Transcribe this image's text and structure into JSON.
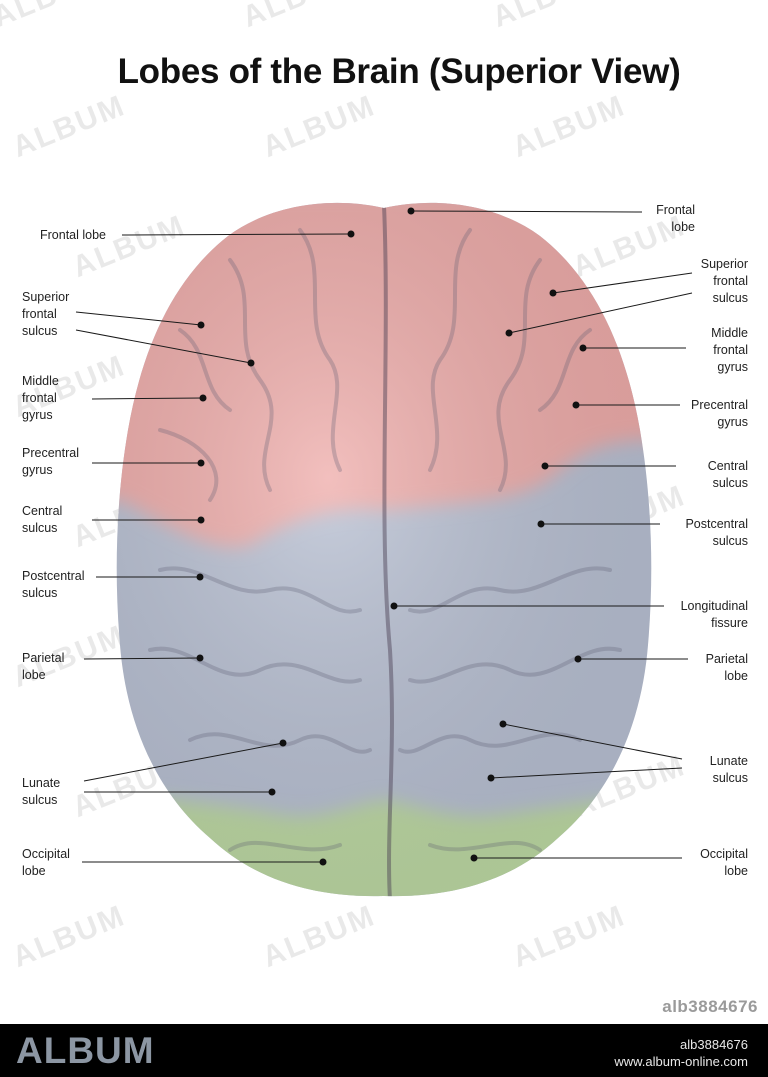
{
  "title": "Lobes of the Brain (Superior View)",
  "colors": {
    "frontal": "#eeaaa8",
    "parietal": "#b7bfd2",
    "occipital": "#bcd8a2",
    "footer": "#000000",
    "logo": "#8c96a3"
  },
  "labels_left": [
    {
      "id": "frontal-lobe",
      "text": "Frontal lobe"
    },
    {
      "id": "superior-frontal-sulcus",
      "text": "Superior\nfrontal\nsulcus"
    },
    {
      "id": "middle-frontal-gyrus",
      "text": "Middle\nfrontal\ngyrus"
    },
    {
      "id": "precentral-gyrus",
      "text": "Precentral\ngyrus"
    },
    {
      "id": "central-sulcus",
      "text": "Central\nsulcus"
    },
    {
      "id": "postcentral-sulcus",
      "text": "Postcentral\nsulcus"
    },
    {
      "id": "parietal-lobe",
      "text": "Parietal\nlobe"
    },
    {
      "id": "lunate-sulcus",
      "text": "Lunate\nsulcus"
    },
    {
      "id": "occipital-lobe",
      "text": "Occipital\nlobe"
    }
  ],
  "labels_right": [
    {
      "id": "frontal-lobe",
      "text": "Frontal\nlobe"
    },
    {
      "id": "superior-frontal-sulcus",
      "text": "Superior\nfrontal\nsulcus"
    },
    {
      "id": "middle-frontal-gyrus",
      "text": "Middle\nfrontal\ngyrus"
    },
    {
      "id": "precentral-gyrus",
      "text": "Precentral\ngyrus"
    },
    {
      "id": "central-sulcus",
      "text": "Central\nsulcus"
    },
    {
      "id": "postcentral-sulcus",
      "text": "Postcentral\nsulcus"
    },
    {
      "id": "longitudinal-fissure",
      "text": "Longitudinal\nfissure"
    },
    {
      "id": "parietal-lobe",
      "text": "Parietal\nlobe"
    },
    {
      "id": "lunate-sulcus",
      "text": "Lunate\nsulcus"
    },
    {
      "id": "occipital-lobe",
      "text": "Occipital\nlobe"
    }
  ],
  "watermark": "ALBUM",
  "image_ref": "alb3884676",
  "footer": {
    "logo": "ALBUM",
    "id": "alb3884676",
    "url": "www.album-online.com"
  }
}
